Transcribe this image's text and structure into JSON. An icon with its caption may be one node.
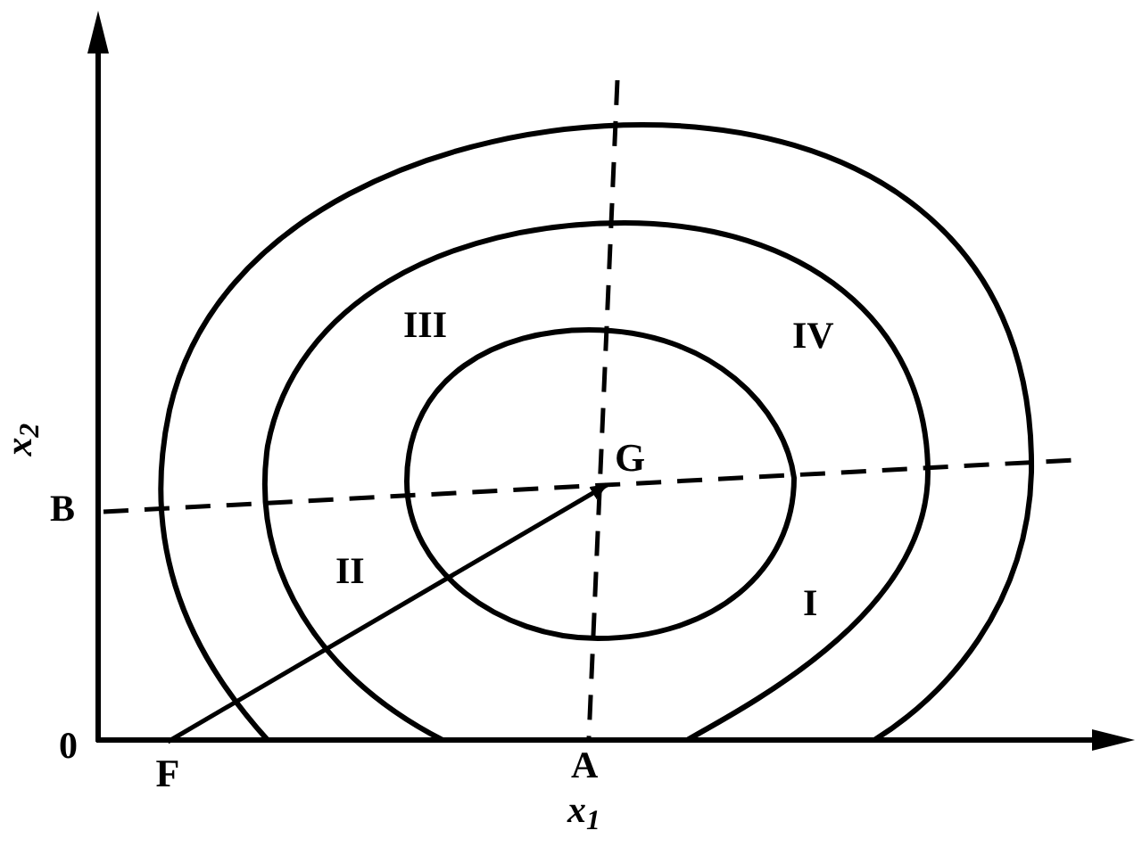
{
  "diagram": {
    "nodes": [
      {
        "text": [
          "F"
        ]
      },
      {
        "text": [
          "G"
        ]
      }
    ],
    "edges": [
      {
        "from": 0,
        "to": 1,
        "arrow": "to"
      }
    ],
    "labels": [
      "x$_{2}$",
      "B",
      "0",
      "III",
      "IV",
      "II",
      "I",
      "A",
      "x$_{1}$"
    ]
  }
}
